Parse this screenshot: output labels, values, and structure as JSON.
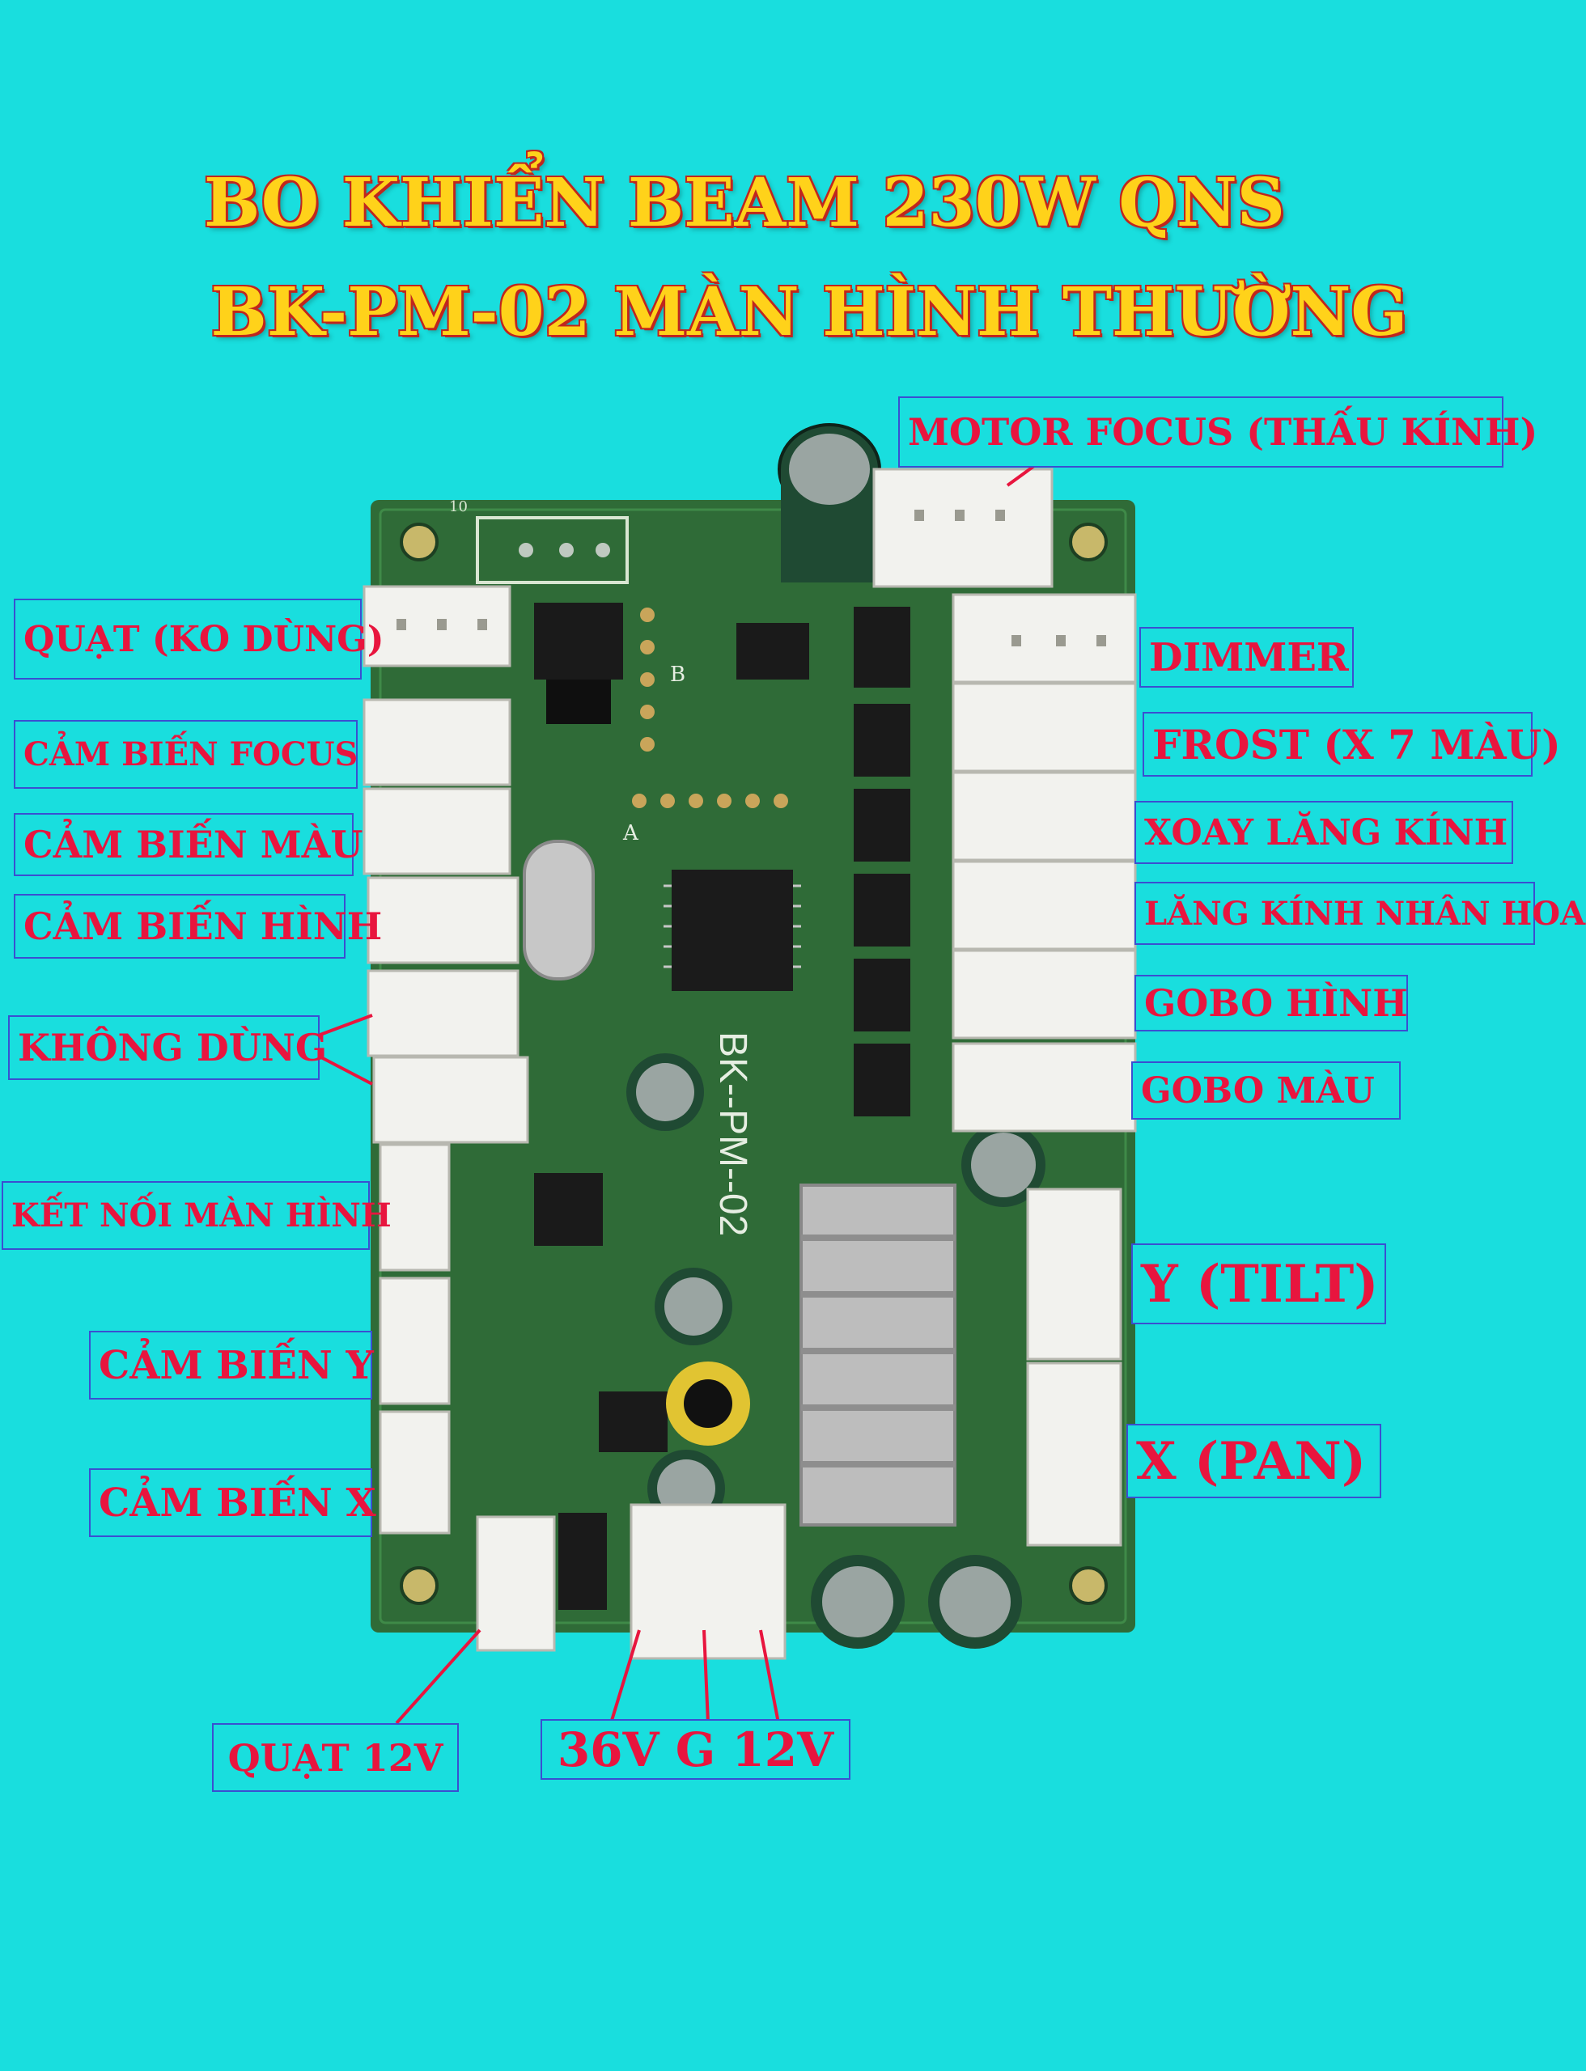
{
  "title_line1": "BO KHIỂN BEAM 230W QNS",
  "title_line2": "BK-PM-02 MÀN HÌNH THƯỜNG",
  "colors": {
    "background": "#19dede",
    "title": "#ffd21a",
    "title_outline": "#c0261e",
    "label_text": "#e8153e",
    "label_border": "#3a4fd1",
    "pcb": "#2f6b37"
  },
  "labels": {
    "motor_focus": "MOTOR FOCUS (THẤU KÍNH)",
    "quat_ko_dung": "QUẠT (KO DÙNG)",
    "cam_bien_focus": "CẢM BIẾN FOCUS",
    "cam_bien_mau": "CẢM BIẾN MÀU",
    "cam_bien_hinh": "CẢM BIẾN HÌNH",
    "khong_dung": "KHÔNG DÙNG",
    "ket_noi_man_hinh": "KẾT NỐI MÀN HÌNH",
    "cam_bien_y": "CẢM BIẾN Y",
    "cam_bien_x": "CẢM BIẾN X",
    "quat_12v": "QUẠT 12V",
    "power": "36V G 12V",
    "dimmer": "DIMMER",
    "frost": "FROST (X 7 MÀU)",
    "xoay_lang_kinh": "XOAY LĂNG KÍNH",
    "lang_kinh_nhan_hoa": "LĂNG KÍNH NHÂN HOA",
    "gobo_hinh": "GOBO HÌNH",
    "gobo_mau": "GOBO MÀU",
    "y_tilt": "Y (TILT)",
    "x_pan": "X (PAN)"
  },
  "board_silkscreen": {
    "model": "BK--PM--02",
    "mark_a": "A",
    "mark_b": "B",
    "pin_10": "10"
  }
}
